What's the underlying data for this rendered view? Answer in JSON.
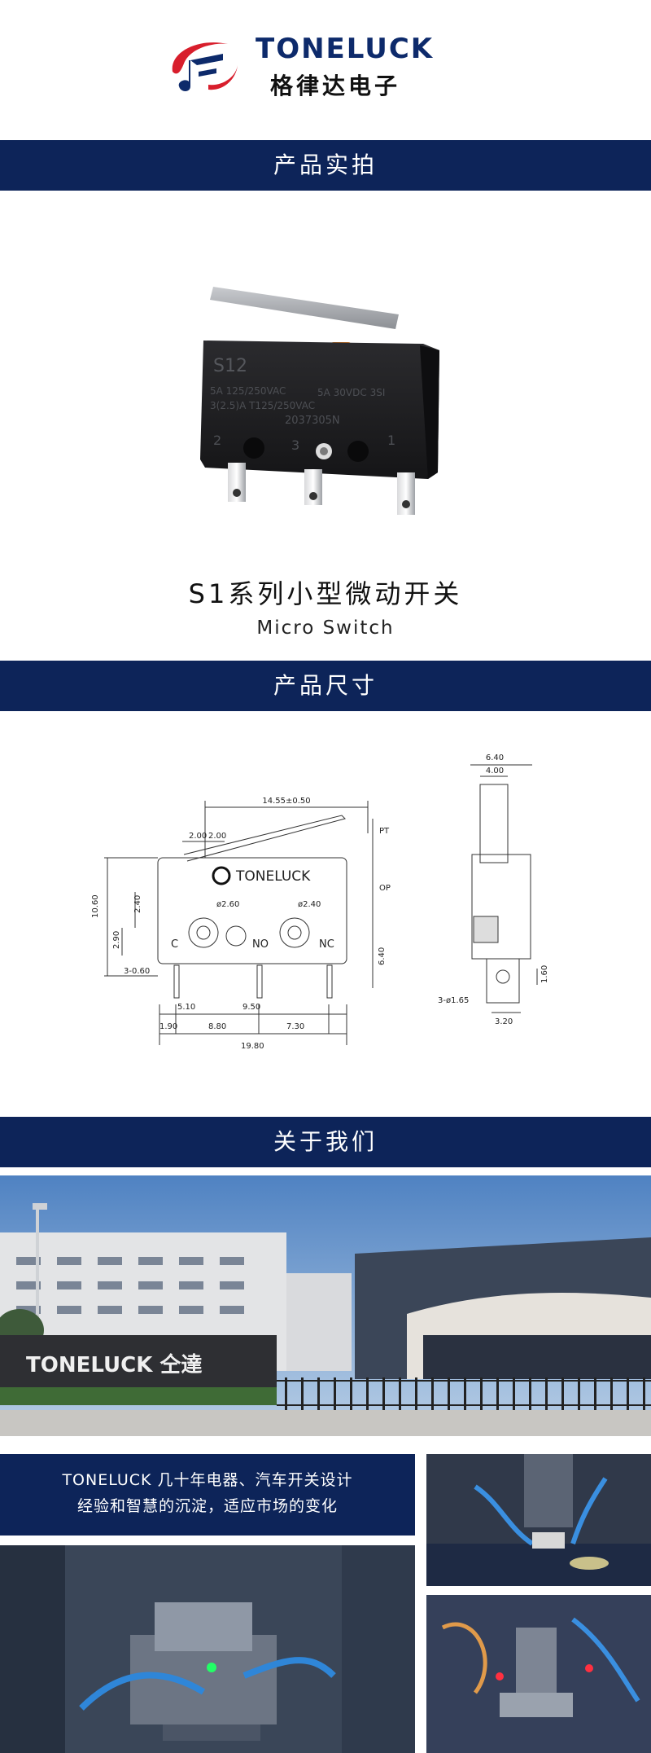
{
  "brand": {
    "name_en": "TONELUCK",
    "name_cn": "格律达电子",
    "navy": "#0d2459",
    "red": "#d81e2c"
  },
  "sections": {
    "photo_title": "产品实拍",
    "dimension_title": "产品尺寸",
    "about_title": "关于我们"
  },
  "product": {
    "name_cn": "S1系列小型微动开关",
    "name_en": "Micro Switch",
    "body_marks": {
      "model": "S12",
      "rating1": "5A 125/250VAC",
      "rating2": "5A 30VDC 3SI",
      "rating3": "3(2.5)A T125/250VAC",
      "batch": "2037305N",
      "pin2": "2",
      "pin3": "3",
      "pin1": "1"
    }
  },
  "drawing": {
    "brand": "TONELUCK",
    "dims": {
      "lever_len": "14.55±0.50",
      "d1": "2.00",
      "d2": "2.00",
      "pt": "PT",
      "op": "OP",
      "height": "10.60",
      "h240": "2.40",
      "h290": "2.90",
      "pin_w": "3-0.60",
      "hole1": "ø2.60",
      "hole2": "ø2.40",
      "pin_h": "6.40",
      "w510": "5.10",
      "w950": "9.50",
      "w190": "1.90",
      "w880": "8.80",
      "w730": "7.30",
      "total": "19.80",
      "side_w": "6.40",
      "side_act": "4.00",
      "side_pin": "1.60",
      "side_hole": "3-ø1.65",
      "side_base": "3.20"
    },
    "terms": {
      "c": "C",
      "no": "NO",
      "nc": "NC"
    }
  },
  "about": {
    "sign": "TONELUCK 仝達",
    "line1": "TONELUCK 几十年电器、汽车开关设计",
    "line2": "经验和智慧的沉淀，适应市场的变化"
  }
}
